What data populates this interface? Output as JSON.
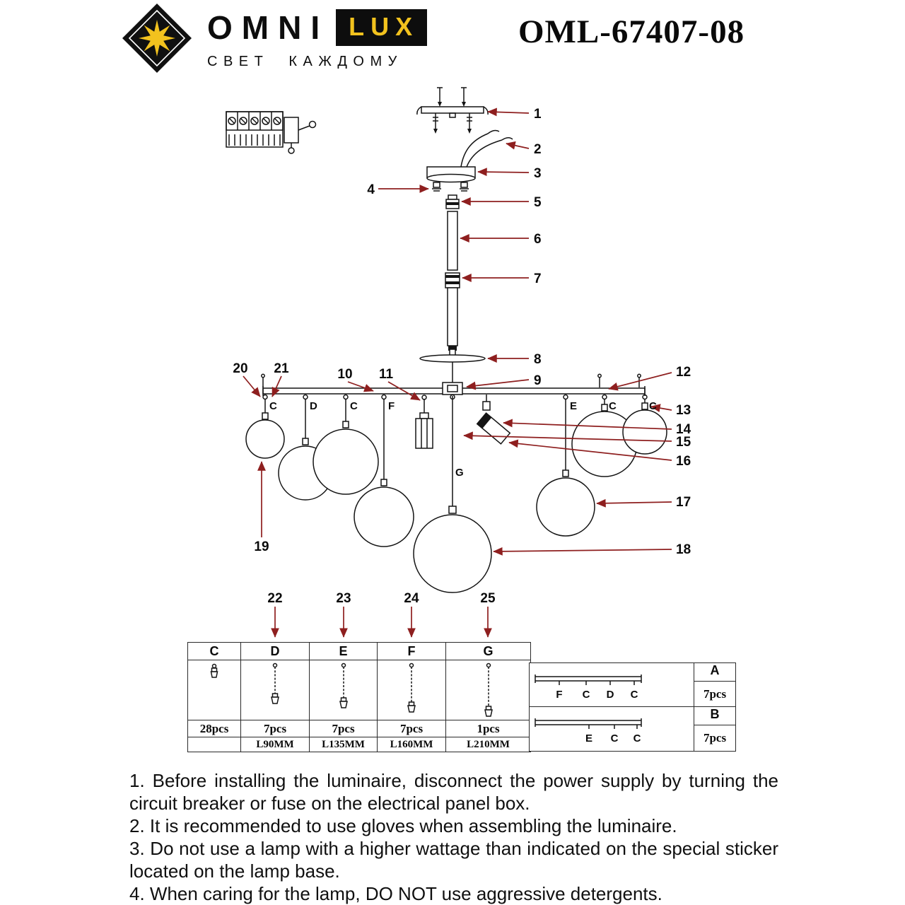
{
  "header": {
    "logo": {
      "brand_part1": "OMNI",
      "brand_part2": "LUX",
      "tagline": "СВЕТ КАЖДОМУ"
    },
    "model": "OML-67407-08"
  },
  "colors": {
    "leader_red": "#8e1f1f",
    "logo_yellow": "#f2c21e",
    "logo_black": "#0d0d0d"
  },
  "diagram": {
    "part_numbers": [
      "1",
      "2",
      "3",
      "4",
      "5",
      "6",
      "7",
      "8",
      "9",
      "10",
      "11",
      "12",
      "13",
      "14",
      "15",
      "16",
      "17",
      "18",
      "19",
      "20",
      "21",
      "22",
      "23",
      "24",
      "25"
    ],
    "letters": {
      "c1": "C",
      "d": "D",
      "c2": "C",
      "f": "F",
      "g": "G",
      "e": "E",
      "c3": "C",
      "c4": "C"
    }
  },
  "parts_table": {
    "headers": [
      "C",
      "D",
      "E",
      "F",
      "G"
    ],
    "qty": [
      "28pcs",
      "7pcs",
      "7pcs",
      "7pcs",
      "1pcs"
    ],
    "lengths": [
      "",
      "L90MM",
      "L135MM",
      "L160MM",
      "L210MM"
    ],
    "pointer_labels": [
      "22",
      "23",
      "24",
      "25"
    ]
  },
  "assembly_table": {
    "rows": [
      {
        "label": "A",
        "qty": "7pcs",
        "letters": [
          "F",
          "C",
          "D",
          "C"
        ]
      },
      {
        "label": "B",
        "qty": "7pcs",
        "letters": [
          "E",
          "C",
          "C"
        ]
      }
    ]
  },
  "instructions": [
    "1. Before installing the luminaire, disconnect the power supply by turning the circuit breaker or fuse on the electrical panel box.",
    "2. It is recommended to use gloves when assembling the luminaire.",
    "3. Do not use a lamp with a higher wattage than indicated on the special sticker located on the lamp base.",
    "4. When caring for the lamp, DO NOT use aggressive detergents."
  ]
}
